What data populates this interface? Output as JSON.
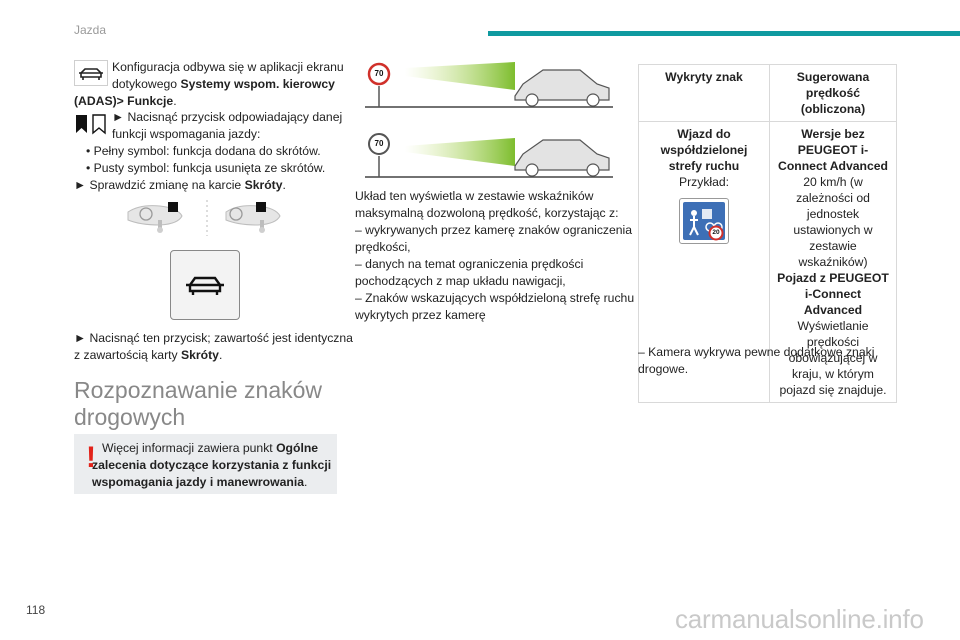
{
  "header": {
    "section": "Jazda",
    "accent_color": "#0f9aa0"
  },
  "page_number": "118",
  "watermark": "carmanualsonline.info",
  "left": {
    "intro_line1": "Konfiguracja odbywa się w aplikacji ekranu",
    "intro_line2_a": "dotykowego ",
    "intro_line2_b": "Systemy wspom. kierowcy",
    "intro_line3_b": "(ADAS)> Funkcje",
    "intro_line3_end": ".",
    "step1_line1": "► Nacisnąć przycisk odpowiadający danej",
    "step1_line2": "funkcji wspomagania jazdy:",
    "bullet1": "• Pełny symbol: funkcja dodana do skrótów.",
    "bullet2": "• Pusty symbol: funkcja usunięta ze skrótów.",
    "step2_a": "► Sprawdzić zmianę na karcie ",
    "step2_b": "Skróty",
    "step2_end": ".",
    "step3_line1": "► Nacisnąć ten przycisk; zawartość jest identyczna",
    "step3_line2_a": "z zawartością karty ",
    "step3_line2_b": "Skróty",
    "step3_line2_end": ".",
    "heading_line1": "Rozpoznawanie znaków",
    "heading_line2": "drogowych",
    "note_a": "Więcej informacji zawiera punkt ",
    "note_b": "Ogólne zalecenia dotyczące korzystania z funkcji wspomagania jazdy i manewrowania",
    "note_end": ".",
    "alert_color": "#e2231a"
  },
  "middle": {
    "sign1": "70",
    "sign2": "70",
    "para_lines": [
      "Układ ten wyświetla w zestawie wskaźników",
      "maksymalną dozwoloną prędkość, korzystając z:",
      "– wykrywanych przez kamerę znaków ograniczenia",
      "prędkości,",
      "– danych na temat ograniczenia prędkości",
      "pochodzących z map układu nawigacji,",
      "– Znaków wskazujących współdzieloną strefę ruchu",
      "wykrytych przez kamerę"
    ]
  },
  "table": {
    "col1_header": "Wykryty znak",
    "col2_header": "Sugerowana prędkość (obliczona)",
    "row1_title": "Wjazd do współdzielonej strefy ruchu",
    "row1_example": "Przykład:",
    "zone_sign_value": "20",
    "row2_bold1": "Wersje bez PEUGEOT i-Connect Advanced",
    "row2_text1": "20 km/h (w zależności od jednostek ustawionych w zestawie wskaźników)",
    "row2_bold2": "Pojazd z PEUGEOT i-Connect Advanced",
    "row2_text2": "Wyświetlanie prędkości obowiązującej w kraju, w którym pojazd się znajduje."
  },
  "right_footer_line1": "– Kamera wykrywa pewne dodatkowe znaki",
  "right_footer_line2": "drogowe."
}
